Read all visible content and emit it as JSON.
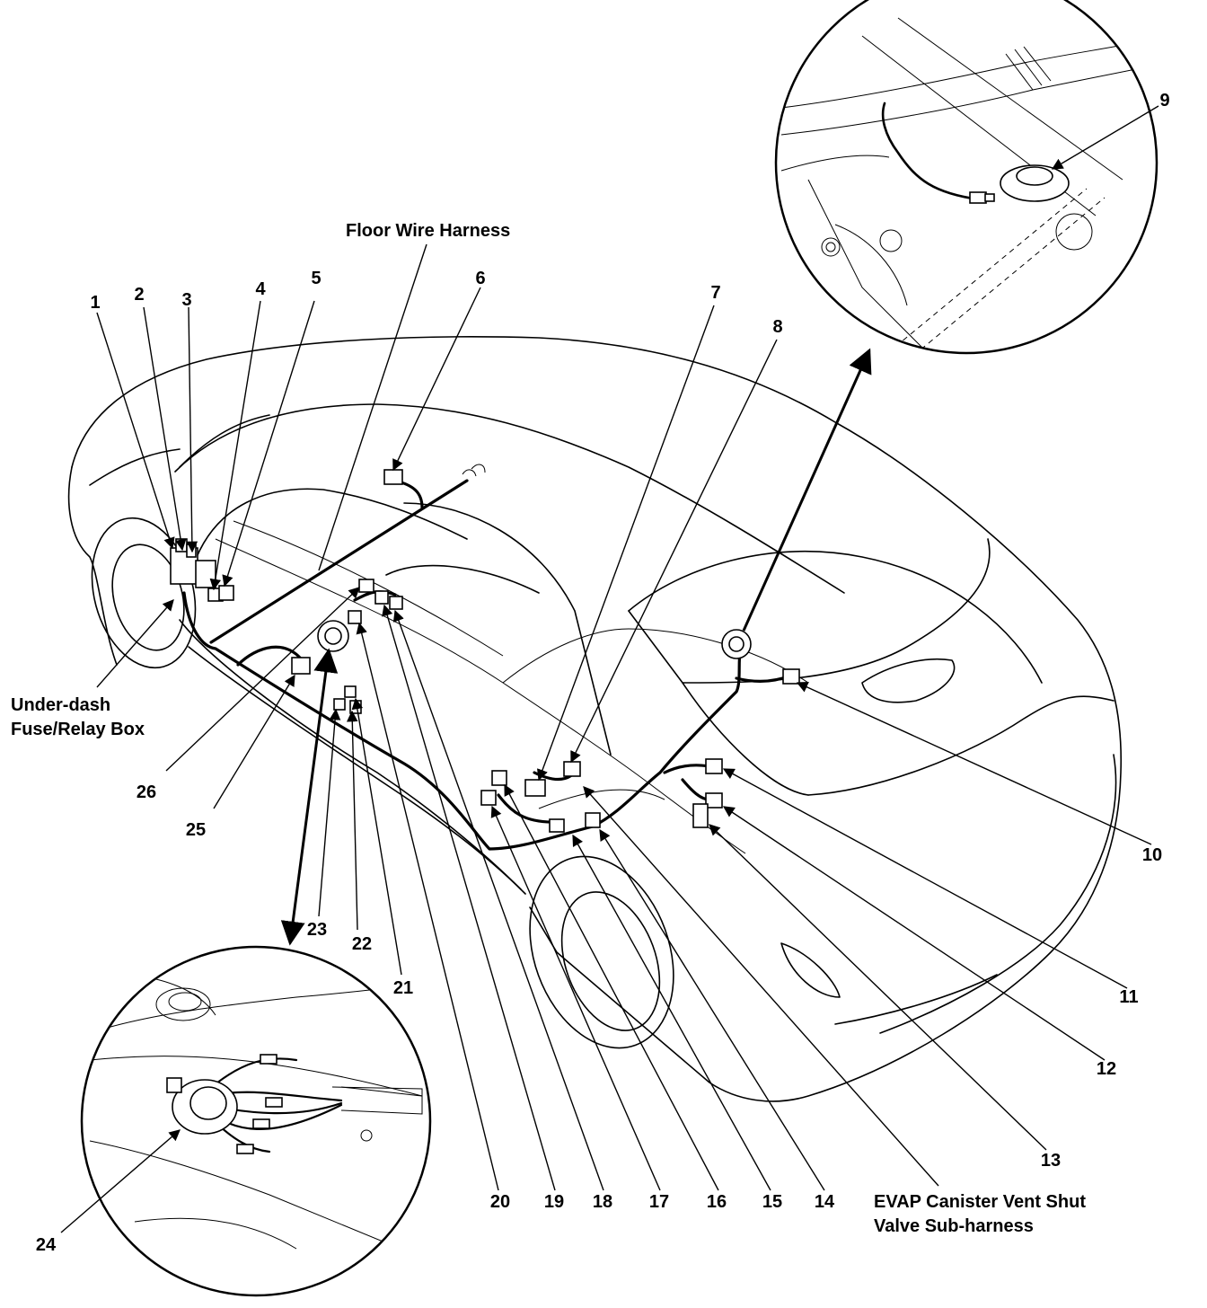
{
  "labels": {
    "floor_wire_harness": "Floor Wire Harness",
    "under_dash_line1": "Under-dash",
    "under_dash_line2": "Fuse/Relay Box",
    "evap_line1": "EVAP Canister Vent Shut",
    "evap_line2": "Valve Sub-harness"
  },
  "callouts": [
    "1",
    "2",
    "3",
    "4",
    "5",
    "6",
    "7",
    "8",
    "9",
    "10",
    "11",
    "12",
    "13",
    "14",
    "15",
    "16",
    "17",
    "18",
    "19",
    "20",
    "21",
    "22",
    "23",
    "24",
    "25",
    "26"
  ],
  "colors": {
    "ink": "#000000",
    "paper": "#ffffff"
  }
}
